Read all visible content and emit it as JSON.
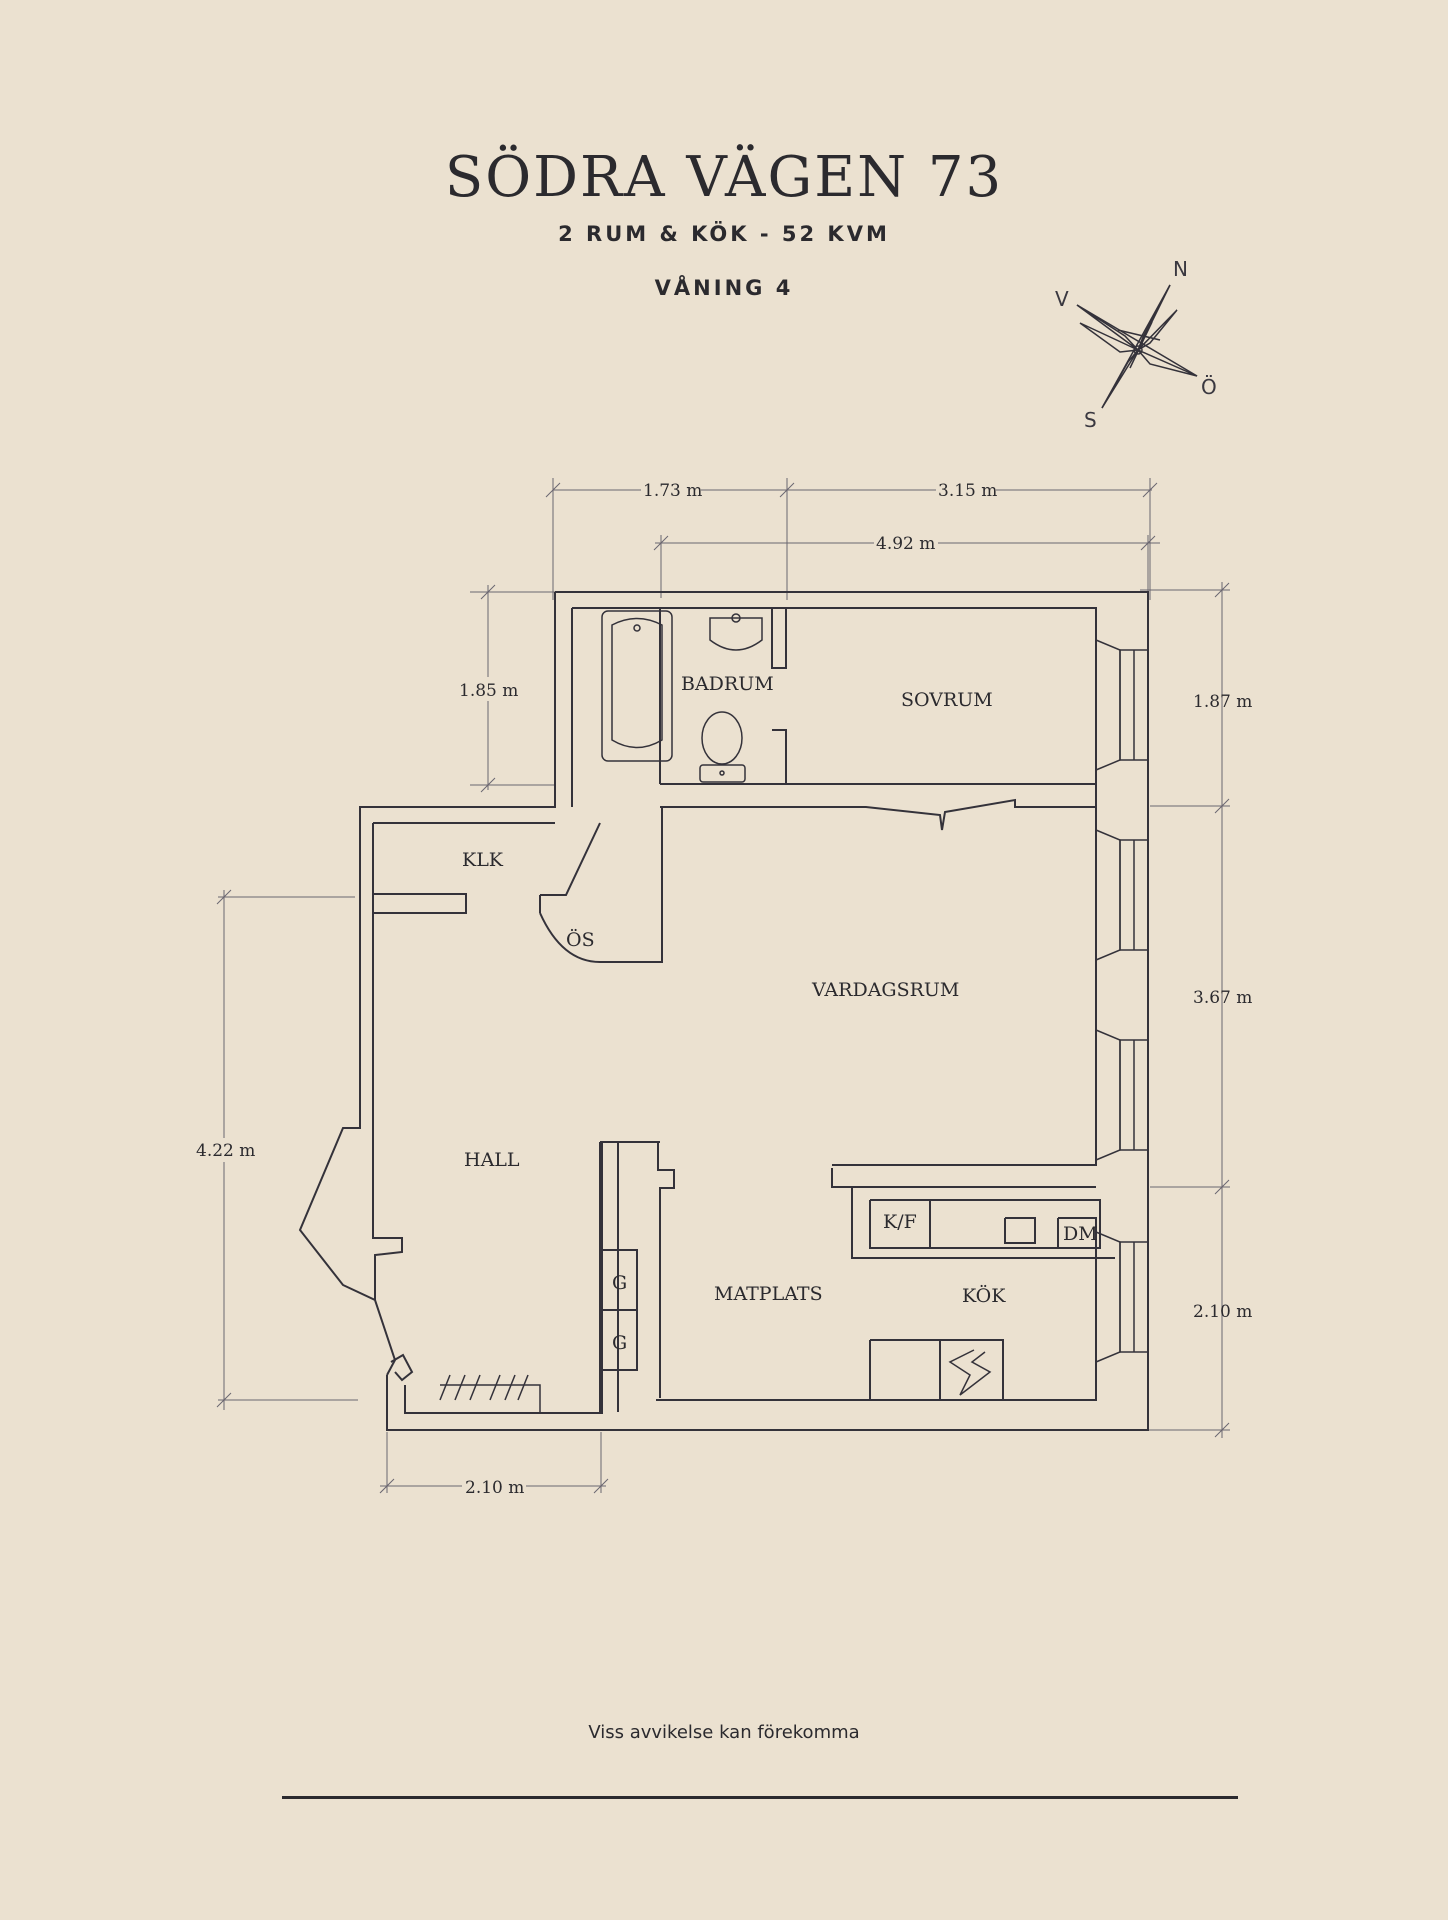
{
  "header": {
    "title": "SÖDRA VÄGEN 73",
    "subtitle": "2 RUM & KÖK - 52 KVM",
    "floor": "VÅNING 4"
  },
  "compass": {
    "n": "N",
    "v": "V",
    "o": "Ö",
    "s": "S"
  },
  "rooms": {
    "badrum": "BADRUM",
    "sovrum": "SOVRUM",
    "klk": "KLK",
    "os": "ÖS",
    "vardagsrum": "VARDAGSRUM",
    "hall": "HALL",
    "kf": "K/F",
    "dm": "DM",
    "matplats": "MATPLATS",
    "kok": "KÖK",
    "g1": "G",
    "g2": "G"
  },
  "dimensions": {
    "top_left": "1.73 m",
    "top_right": "3.15 m",
    "top_total": "4.92 m",
    "left_upper": "1.85 m",
    "right_upper": "1.87 m",
    "right_middle": "3.67 m",
    "right_lower": "2.10 m",
    "left_lower": "4.22 m",
    "bottom": "2.10 m"
  },
  "footer": {
    "disclaimer": "Viss avvikelse kan förekomma"
  }
}
